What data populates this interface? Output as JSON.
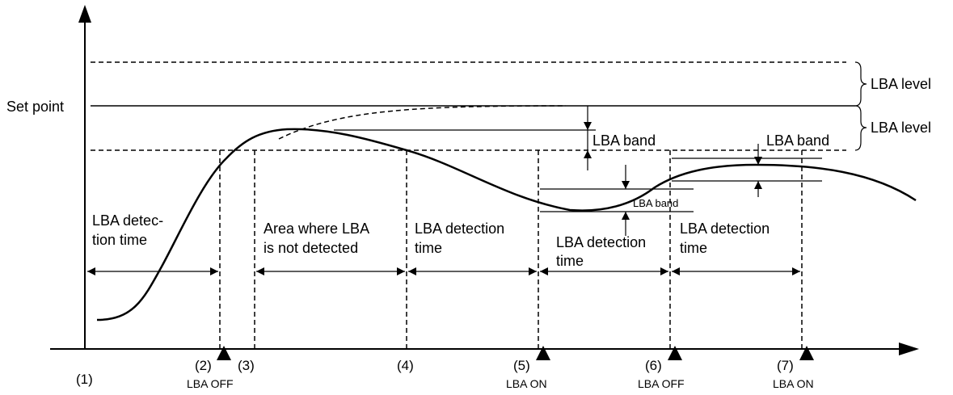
{
  "labels": {
    "set_point": "Set point",
    "lba_level_top": "LBA level",
    "lba_level_bottom": "LBA level",
    "lba_band_1": "LBA band",
    "lba_band_2": "LBA band",
    "lba_band_3": "LBA band",
    "detect_1_line1": "LBA detec-",
    "detect_1_line2": "tion time",
    "not_detected_line1": "Area where LBA",
    "not_detected_line2": "is not detected",
    "detect_2_line1": "LBA detection",
    "detect_2_line2": "time",
    "detect_3_line1": "LBA detection",
    "detect_3_line2": "time",
    "detect_4_line1": "LBA detection",
    "detect_4_line2": "time"
  },
  "points": {
    "p1": "(1)",
    "p2": "(2)",
    "p3": "(3)",
    "p4": "(4)",
    "p5": "(5)",
    "p6": "(6)",
    "p7": "(7)"
  },
  "states": {
    "s2": "LBA OFF",
    "s5": "LBA ON",
    "s6": "LBA OFF",
    "s7": "LBA ON"
  }
}
